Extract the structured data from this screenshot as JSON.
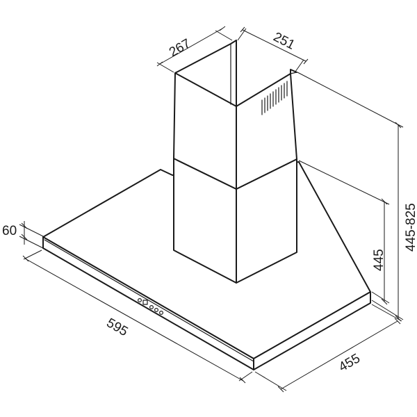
{
  "drawing": {
    "colors": {
      "ink": "#1a1a1a",
      "background": "#ffffff"
    },
    "dimensions": {
      "chimney_width": "267",
      "chimney_depth": "251",
      "total_height": "445-825",
      "hood_height": "445",
      "canopy_thickness": "60",
      "hood_width": "595",
      "hood_depth": "455"
    }
  }
}
